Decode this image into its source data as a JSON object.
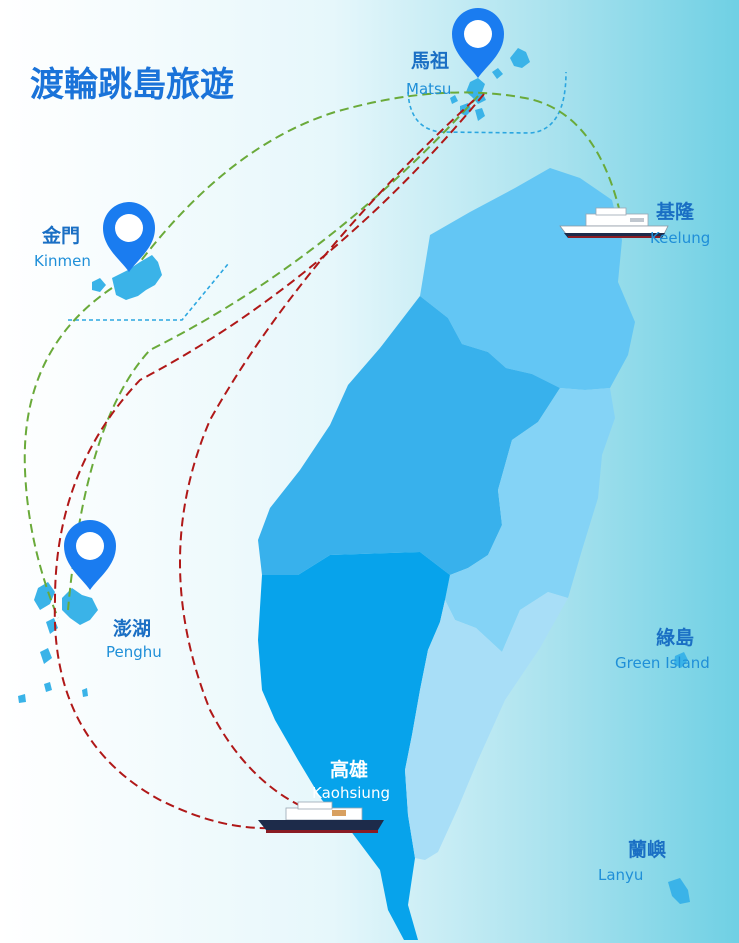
{
  "title": "渡輪跳島旅遊",
  "places": {
    "matsu": {
      "zh": "馬祖",
      "en": "Matsu"
    },
    "kinmen": {
      "zh": "金門",
      "en": "Kinmen"
    },
    "keelung": {
      "zh": "基隆",
      "en": "Keelung"
    },
    "penghu": {
      "zh": "澎湖",
      "en": "Penghu"
    },
    "kaohsiung": {
      "zh": "高雄",
      "en": "Kaohsiung"
    },
    "green_island": {
      "zh": "綠島",
      "en": "Green Island"
    },
    "lanyu": {
      "zh": "蘭嶼",
      "en": "Lanyu"
    }
  },
  "colors": {
    "title": "#1a73d9",
    "zh_label": "#1a6fc4",
    "en_label": "#1f8fd8",
    "pin": "#1a7cf0",
    "route_green": "#6aaa3a",
    "route_red": "#b01818",
    "boundary": "#2ba6e0",
    "island": "#3ab3e8"
  },
  "icons": [
    "location-pin-icon",
    "ferry-ship-icon"
  ],
  "routes": [
    "green-dashed",
    "red-dashed"
  ]
}
